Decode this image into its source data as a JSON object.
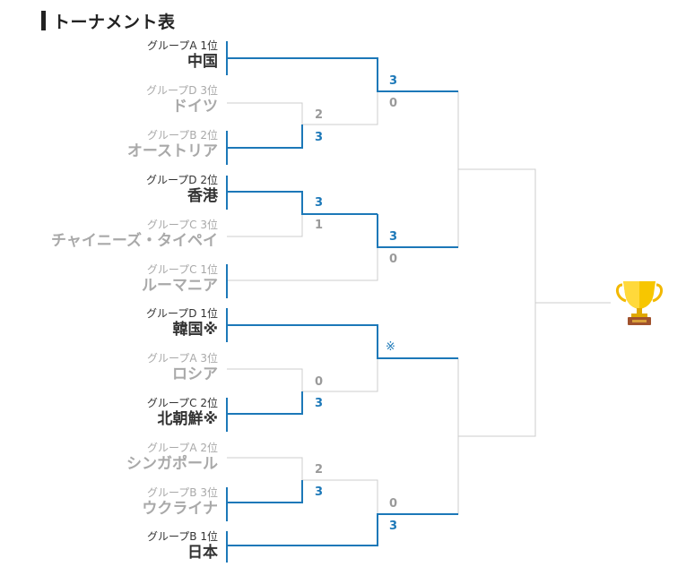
{
  "title": "トーナメント表",
  "teams": [
    {
      "group": "グループA 1位",
      "name": "中国",
      "won": true
    },
    {
      "group": "グループD 3位",
      "name": "ドイツ",
      "won": false
    },
    {
      "group": "グループB 2位",
      "name": "オーストリア",
      "won": false
    },
    {
      "group": "グループD 2位",
      "name": "香港",
      "won": true
    },
    {
      "group": "グループC 3位",
      "name": "チャイニーズ・タイペイ",
      "won": false
    },
    {
      "group": "グループC 1位",
      "name": "ルーマニア",
      "won": false
    },
    {
      "group": "グループD 1位",
      "name": "韓国※",
      "won": true
    },
    {
      "group": "グループA 3位",
      "name": "ロシア",
      "won": false
    },
    {
      "group": "グループC 2位",
      "name": "北朝鮮※",
      "won": true
    },
    {
      "group": "グループA 2位",
      "name": "シンガポール",
      "won": false
    },
    {
      "group": "グループB 3位",
      "name": "ウクライナ",
      "won": false
    },
    {
      "group": "グループB 1位",
      "name": "日本",
      "won": true
    }
  ],
  "scores": {
    "r1_ger_aut": [
      "2",
      "3"
    ],
    "r1_hkg_tpe": [
      "3",
      "1"
    ],
    "r1_rus_prk": [
      "0",
      "3"
    ],
    "r1_sgp_ukr": [
      "2",
      "3"
    ],
    "qf_chn_aut": [
      "3",
      "0"
    ],
    "qf_hkg_rou": [
      "3",
      "0"
    ],
    "qf_kor_prk": "※",
    "qf_ukr_jpn": [
      "0",
      "3"
    ]
  },
  "colors": {
    "winner": "#1c78b8",
    "loser": "#cccccc",
    "text_loser": "#a9a9a9"
  },
  "icons": {
    "trophy": "trophy-icon"
  }
}
